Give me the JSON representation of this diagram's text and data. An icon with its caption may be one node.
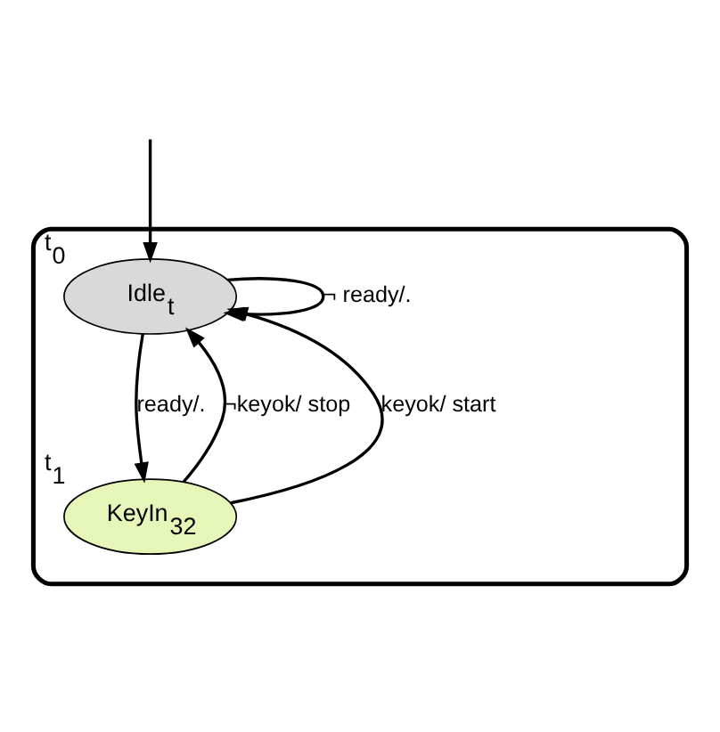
{
  "diagram": {
    "nodes": [
      {
        "text": [],
        "shape": "box"
      },
      {
        "text": [
          "Idle$_{t}$"
        ],
        "in": 0,
        "beside": [
          "t$_{0}$"
        ]
      },
      {
        "text": [
          "KeyIn$_{32}$"
        ],
        "in": 0,
        "beside": [
          "t$_{1}$"
        ]
      }
    ],
    "edges": [
      {
        "from": null,
        "to": 1,
        "arrow": "to"
      },
      {
        "from": 1,
        "to": 1,
        "arrow": "to",
        "label": "¬ ready/."
      },
      {
        "from": 1,
        "to": 2,
        "arrow": "to",
        "label": "ready/."
      },
      {
        "from": 2,
        "to": 1,
        "arrow": "to",
        "label": "¬keyok/ stop"
      },
      {
        "from": 2,
        "to": 1,
        "arrow": "to",
        "label": "keyok/ start"
      }
    ]
  }
}
